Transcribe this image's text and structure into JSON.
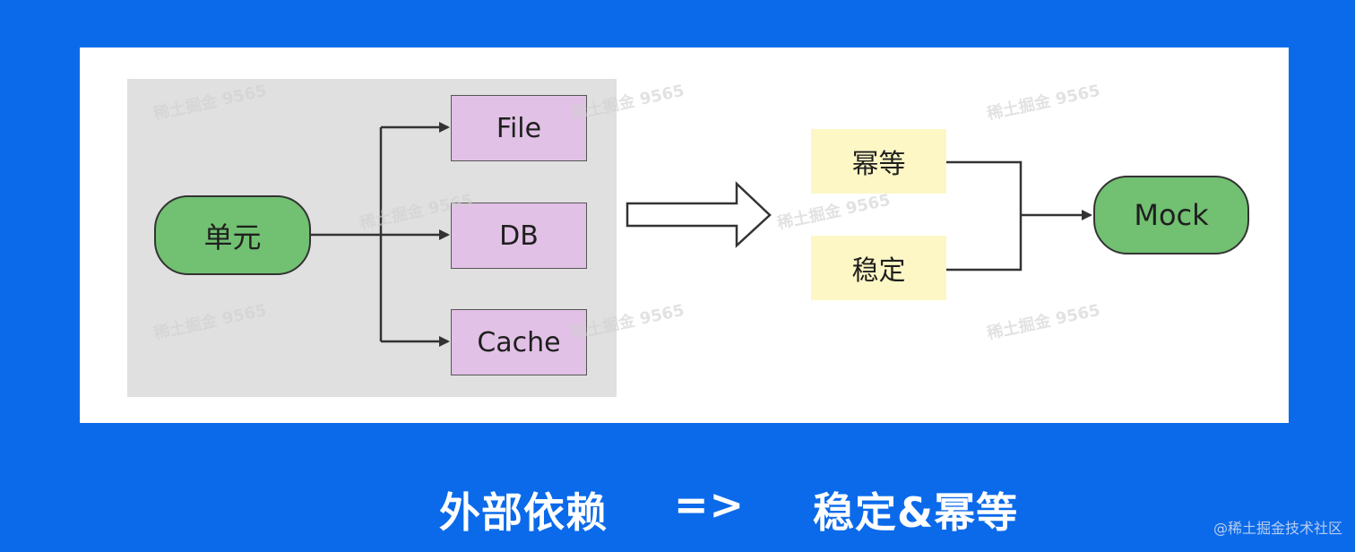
{
  "diagram": {
    "left": {
      "source": "单元",
      "targets": [
        "File",
        "DB",
        "Cache"
      ]
    },
    "right": {
      "inputs": [
        "幂等",
        "稳定"
      ],
      "output": "Mock"
    }
  },
  "caption": {
    "left": "外部依赖",
    "arrow": "=>",
    "right": "稳定&幂等"
  },
  "watermark": "稀土掘金 9565",
  "credit": "@稀土掘金技术社区",
  "colors": {
    "background": "#0b6aea",
    "pill": "#72c072",
    "purple_box": "#e2c1e6",
    "yellow_box": "#fdf7c6",
    "panel": "#e0e0e0"
  }
}
